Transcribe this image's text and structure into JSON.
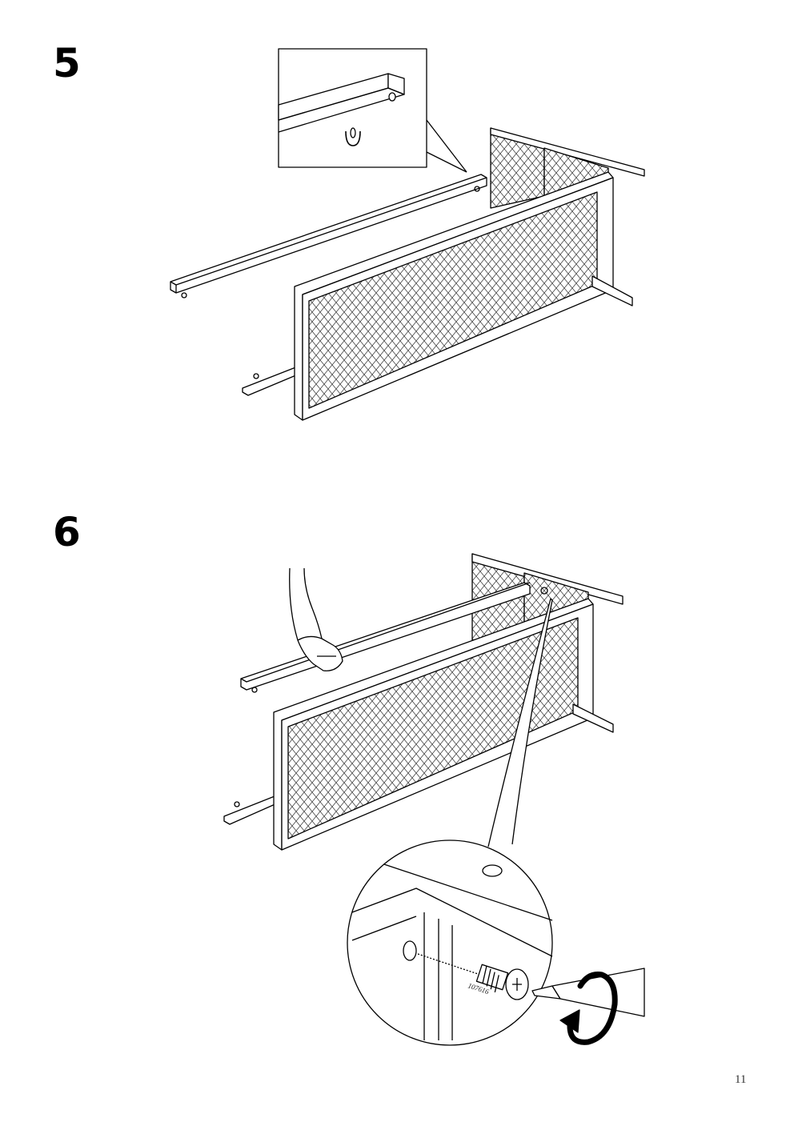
{
  "steps": [
    {
      "number": "5"
    },
    {
      "number": "6",
      "part_code": "107616"
    }
  ],
  "page_number": "11"
}
